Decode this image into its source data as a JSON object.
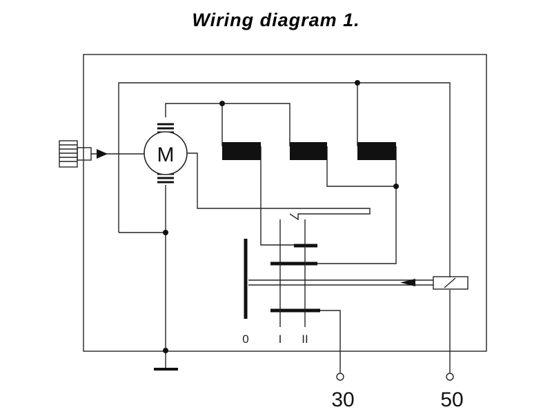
{
  "title": "Wiring diagram 1.",
  "motor": {
    "symbol": "M"
  },
  "switch_positions": [
    "0",
    "I",
    "II"
  ],
  "terminals": [
    {
      "label": "30"
    },
    {
      "label": "50"
    }
  ]
}
